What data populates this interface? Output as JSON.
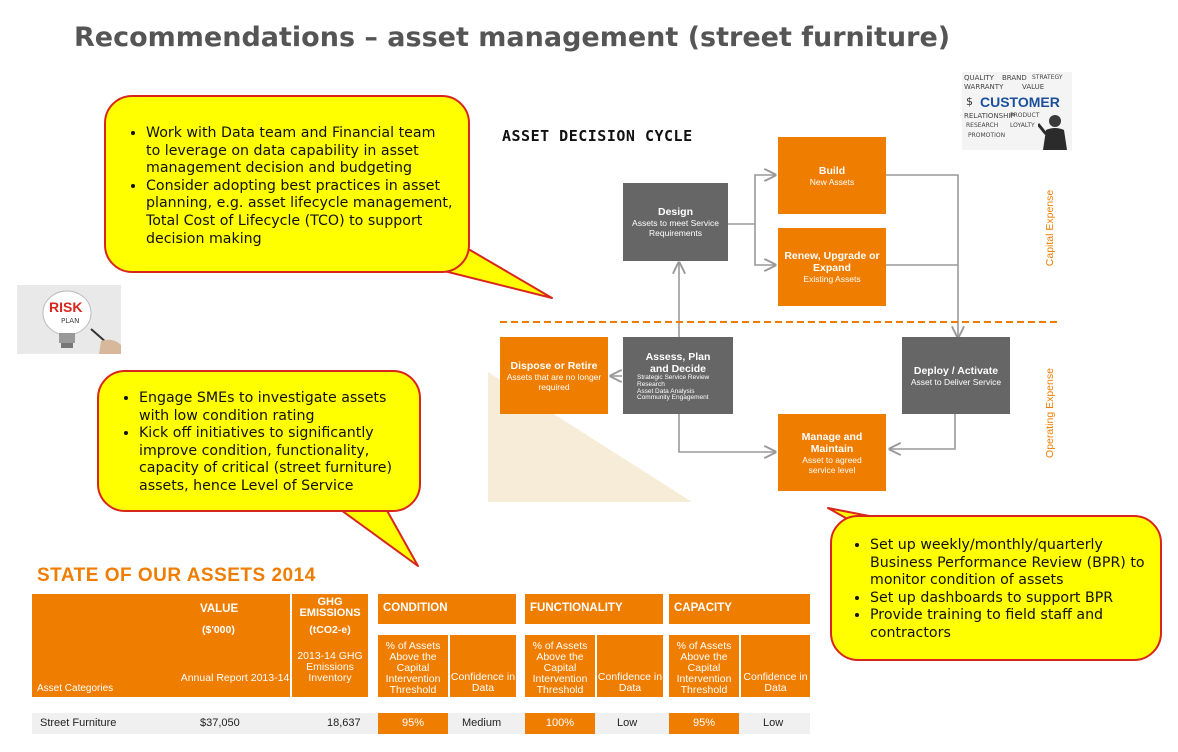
{
  "title": "Recommendations – asset management (street furniture)",
  "callouts": {
    "top": [
      "Work with Data team and Financial team to leverage on data capability in asset management decision and budgeting",
      "Consider adopting best practices in asset planning, e.g. asset lifecycle management, Total Cost of Lifecycle (TCO) to support decision making"
    ],
    "middle": [
      "Engage SMEs to investigate assets with low condition rating",
      "Kick off initiatives to significantly improve condition, functionality, capacity of critical (street furniture) assets, hence Level of Service"
    ],
    "right": [
      "Set up weekly/monthly/quarterly Business Performance Review (BPR) to monitor condition of assets",
      "Set up dashboards to support BPR",
      "Provide training to field staff and contractors"
    ]
  },
  "images": {
    "risk": {
      "icon": "lightbulb-risk-icon",
      "word": "RISK",
      "small": "PLAN"
    },
    "customer": {
      "icon": "customer-wordcloud-icon",
      "word": "CUSTOMER",
      "words": [
        "QUALITY",
        "BRAND",
        "WARRANTY",
        "VALUE",
        "STRATEGY",
        "$",
        "RELATIONSHIP",
        "PRODUCT",
        "LOYALTY",
        "RESEARCH",
        "PROMOTION"
      ]
    }
  },
  "cycle": {
    "title": "ASSET DECISION CYCLE",
    "nodes": {
      "build": {
        "heading": "Build",
        "sub": "New Assets"
      },
      "design": {
        "heading": "Design",
        "sub": "Assets to meet Service Requirements"
      },
      "renew": {
        "heading": "Renew, Upgrade or Expand",
        "sub": "Existing Assets"
      },
      "dispose": {
        "heading": "Dispose or Retire",
        "sub": "Assets that are no longer required"
      },
      "assess": {
        "heading": "Assess, Plan and Decide",
        "bullets": [
          "Strategic Service Review",
          "Research",
          "Asset Data Analysis",
          "Community Engagement"
        ]
      },
      "deploy": {
        "heading": "Deploy / Activate",
        "sub": "Asset to Deliver Service"
      },
      "manage": {
        "heading": "Manage and Maintain",
        "sub": "Asset to agreed service level"
      }
    },
    "labels": {
      "capital": "Capital Expense",
      "operating": "Operating Expense"
    }
  },
  "state": {
    "title": "STATE OF OUR ASSETS 2014",
    "headers": {
      "categories": "Asset Categories",
      "value": "VALUE",
      "value_unit": "($'000)",
      "value_sub": "Annual Report 2013-14",
      "ghg": "GHG EMISSIONS",
      "ghg_unit": "(tCO2-e)",
      "ghg_sub": "2013-14 GHG Emissions Inventory",
      "condition": "CONDITION",
      "functionality": "FUNCTIONALITY",
      "capacity": "CAPACITY",
      "pct": "% of Assets Above the Capital Intervention Threshold",
      "confidence": "Confidence in Data"
    },
    "row": {
      "category": "Street Furniture",
      "value": "$37,050",
      "ghg": "18,637",
      "condition_pct": "95%",
      "condition_conf": "Medium",
      "functionality_pct": "100%",
      "functionality_conf": "Low",
      "capacity_pct": "95%",
      "capacity_conf": "Low"
    }
  },
  "colors": {
    "orange": "#ef7d00",
    "gray": "#666666",
    "callout_fill": "#ffff00",
    "callout_border": "#d9261c",
    "title": "#555555"
  }
}
